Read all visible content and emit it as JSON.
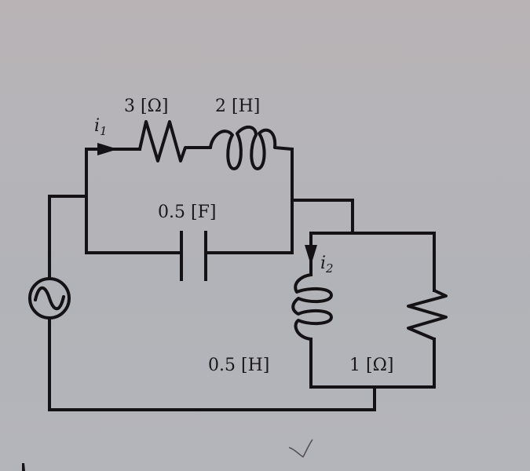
{
  "diagram": {
    "type": "electrical circuit",
    "source": {
      "name": "AC voltage source",
      "icon": "ac-source-icon"
    },
    "components": [
      {
        "id": "R1",
        "kind": "resistor",
        "label": "3 [Ω]"
      },
      {
        "id": "L1",
        "kind": "inductor",
        "label": "2 [H]"
      },
      {
        "id": "C1",
        "kind": "capacitor",
        "label": "0.5 [F]"
      },
      {
        "id": "L2",
        "kind": "inductor",
        "label": "0.5 [H]"
      },
      {
        "id": "R2",
        "kind": "resistor",
        "label": "1 [Ω]"
      }
    ],
    "currents": [
      {
        "symbol": "i",
        "subscript": "1",
        "through": "R1, L1"
      },
      {
        "symbol": "i",
        "subscript": "2",
        "through": "L2"
      }
    ],
    "handwritten_mark": "checkmark"
  }
}
